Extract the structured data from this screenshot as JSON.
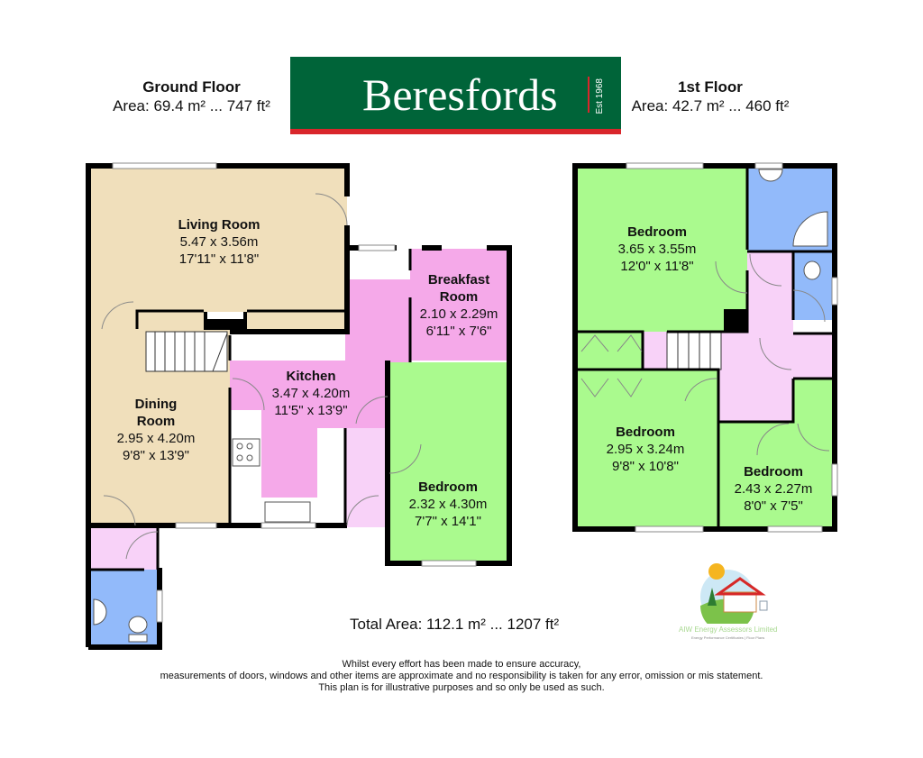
{
  "ground_floor": {
    "title": "Ground Floor",
    "area": "Area: 69.4 m² ... 747 ft²"
  },
  "first_floor": {
    "title": "1st Floor",
    "area": "Area: 42.7 m² ... 460 ft²"
  },
  "logo": {
    "name": "Beresfords",
    "est": "Est 1968",
    "colors": {
      "green": "#006439",
      "red": "#d9262b"
    }
  },
  "rooms_ground": [
    {
      "name": "Living Room",
      "metric": "5.47 x 3.56m",
      "imperial": "17'11\" x 11'8\""
    },
    {
      "name": "Breakfast",
      "name2": "Room",
      "metric": "2.10 x 2.29m",
      "imperial": "6'11\" x 7'6\""
    },
    {
      "name": "Kitchen",
      "metric": "3.47 x 4.20m",
      "imperial": "11'5\" x 13'9\""
    },
    {
      "name": "Dining",
      "name2": "Room",
      "metric": "2.95 x 4.20m",
      "imperial": "9'8\" x 13'9\""
    },
    {
      "name": "Bedroom",
      "metric": "2.32 x 4.30m",
      "imperial": "7'7\" x 14'1\""
    }
  ],
  "rooms_first": [
    {
      "name": "Bedroom",
      "metric": "3.65 x 3.55m",
      "imperial": "12'0\" x 11'8\""
    },
    {
      "name": "Bedroom",
      "metric": "2.95 x 3.24m",
      "imperial": "9'8\" x 10'8\""
    },
    {
      "name": "Bedroom",
      "metric": "2.43 x 2.27m",
      "imperial": "8'0\" x 7'5\""
    }
  ],
  "room_colors": {
    "living": "#f0dfbb",
    "kitchen": "#f5a9e9",
    "hall": "#f8d2f8",
    "bedroom": "#aafa8e",
    "bathroom": "#92bafa"
  },
  "total_area": "Total Area: 112.1 m² ... 1207 ft²",
  "disclaimer": [
    "Whilst every effort has been made to ensure accuracy,",
    "measurements of doors, windows and other items are approximate and no responsibility is taken for any error, omission or mis statement.",
    "This plan is for illustrative purposes and so only be used as such."
  ],
  "assessor_logo": {
    "name": "AIW Energy Assessors Limited",
    "tagline": "Energy Performance Certificates | Floor Plans"
  }
}
